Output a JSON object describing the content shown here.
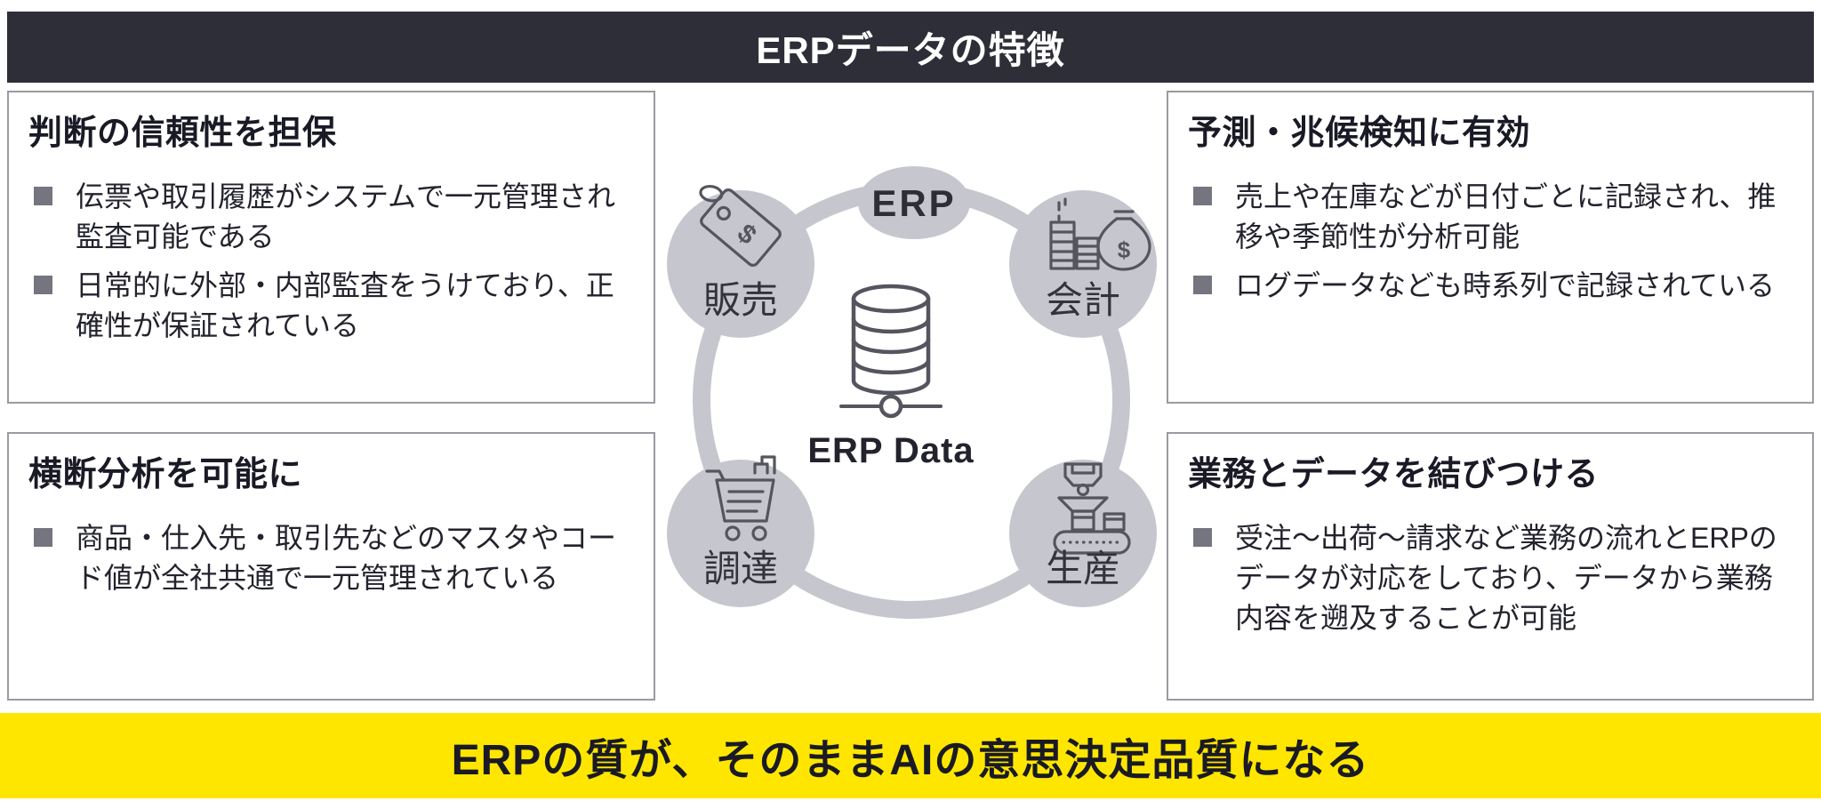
{
  "header": {
    "title": "ERPデータの特徴"
  },
  "panels": [
    {
      "position": "top-left",
      "title": "判断の信頼性を担保",
      "bullets": [
        "伝票や取引履歴がシステムで一元管理され監査可能である",
        "日常的に外部・内部監査をうけており、正確性が保証されている"
      ]
    },
    {
      "position": "top-right",
      "title": "予測・兆候検知に有効",
      "bullets": [
        "売上や在庫などが日付ごとに記録され、推移や季節性が分析可能",
        "ログデータなども時系列で記録されている"
      ]
    },
    {
      "position": "bottom-left",
      "title": "横断分析を可能に",
      "bullets": [
        "商品・仕入先・取引先などのマスタやコード値が全社共通で一元管理されている"
      ]
    },
    {
      "position": "bottom-right",
      "title": "業務とデータを結びつける",
      "bullets": [
        "受注～出荷～請求など業務の流れとERPのデータが対応をしており、データから業務内容を遡及することが可能"
      ]
    }
  ],
  "diagram": {
    "hub_label": "ERP",
    "database_label": "ERP Data",
    "nodes": [
      {
        "label": "販売",
        "icon": "price-tag-icon"
      },
      {
        "label": "会計",
        "icon": "money-bag-icon"
      },
      {
        "label": "調達",
        "icon": "shopping-cart-icon"
      },
      {
        "label": "生産",
        "icon": "factory-robot-icon"
      }
    ]
  },
  "footer": {
    "message": "ERPの質が、そのままAIの意思決定品質になる"
  },
  "colors": {
    "header_bg": "#2E2E38",
    "accent_yellow": "#FFE600",
    "node_gray": "#C6C6CE",
    "bullet_gray": "#75757F",
    "text_dark": "#23232E",
    "icon_line": "#55555F",
    "panel_border": "#9A9AA2"
  }
}
